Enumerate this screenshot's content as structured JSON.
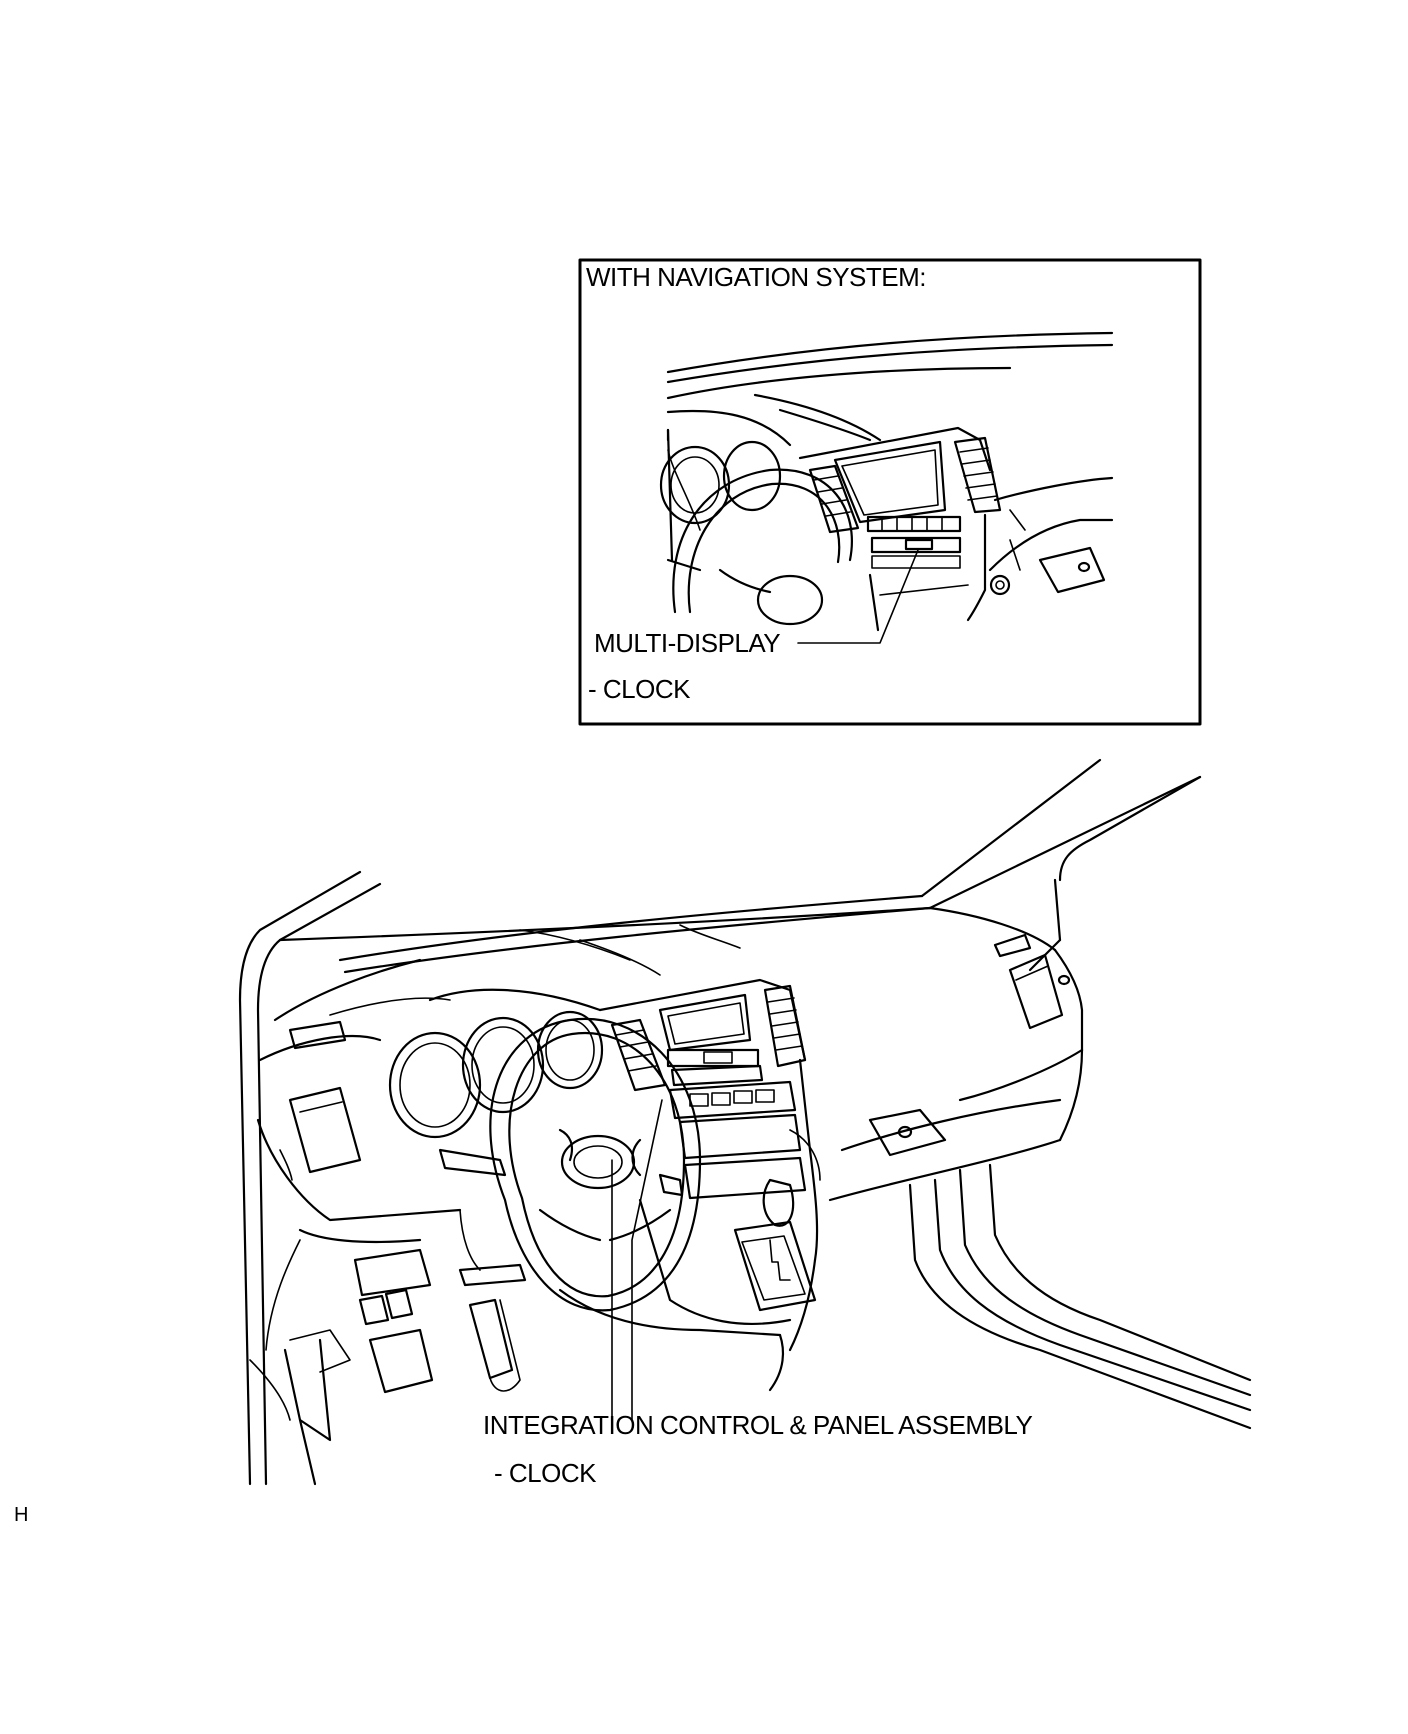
{
  "inset": {
    "title": "WITH NAVIGATION SYSTEM:",
    "component": "MULTI-DISPLAY",
    "sub_item": "-  CLOCK"
  },
  "main": {
    "component": "INTEGRATION CONTROL & PANEL ASSEMBLY",
    "sub_item": "- CLOCK"
  },
  "corner_code": "H"
}
